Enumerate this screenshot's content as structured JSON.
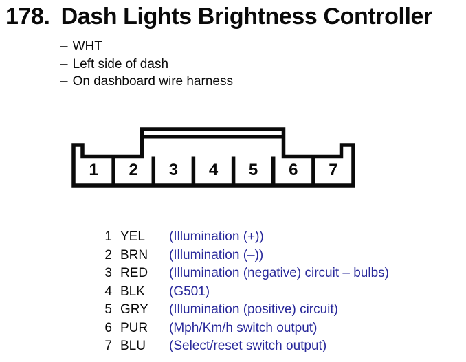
{
  "header": {
    "number": "178.",
    "title": "Dash Lights Brightness Controller"
  },
  "notes": {
    "bullet": "–",
    "items": [
      "WHT",
      "Left side of dash",
      "On dashboard wire harness"
    ]
  },
  "connector": {
    "pin_labels": [
      "1",
      "2",
      "3",
      "4",
      "5",
      "6",
      "7"
    ]
  },
  "pinout": {
    "rows": [
      {
        "pin": "1",
        "wire_color": "YEL",
        "description": "(Illumination (+))"
      },
      {
        "pin": "2",
        "wire_color": "BRN",
        "description": "(Illumination (–))"
      },
      {
        "pin": "3",
        "wire_color": "RED",
        "description": "(Illumination (negative) circuit – bulbs)"
      },
      {
        "pin": "4",
        "wire_color": "BLK",
        "description": "(G501)"
      },
      {
        "pin": "5",
        "wire_color": "GRY",
        "description": "(Illumination (positive) circuit)"
      },
      {
        "pin": "6",
        "wire_color": "PUR",
        "description": "(Mph/Km/h switch output)"
      },
      {
        "pin": "7",
        "wire_color": "BLU",
        "description": "(Select/reset switch output)"
      }
    ]
  },
  "colors": {
    "text": "#0a0a0a",
    "description": "#28289a",
    "background": "#ffffff",
    "diagram_stroke": "#0a0a0a"
  }
}
